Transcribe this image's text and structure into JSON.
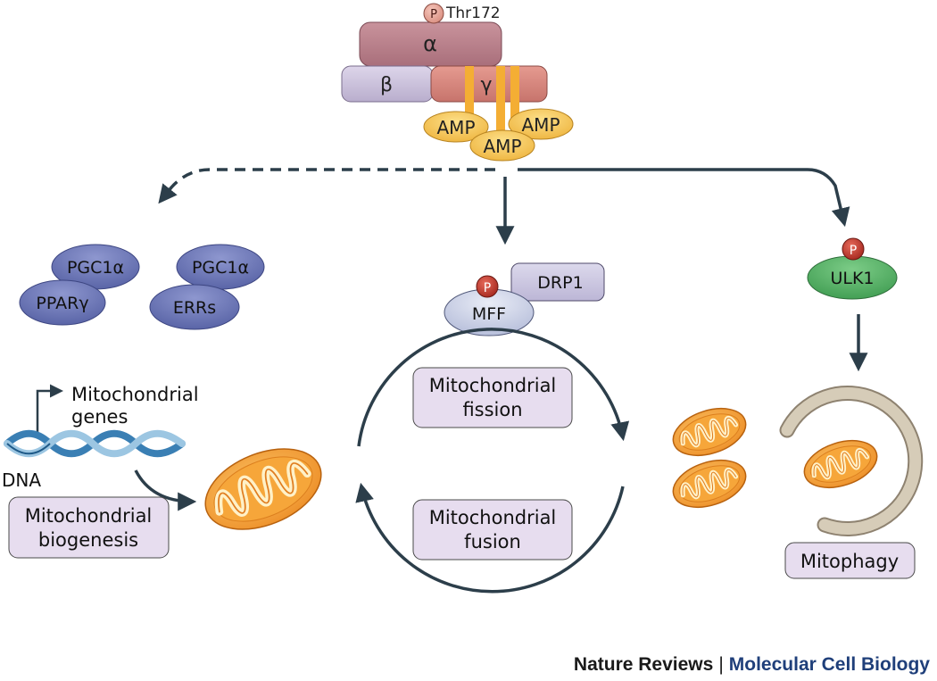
{
  "ampk": {
    "phospho_label": "P",
    "site_label": "Thr172",
    "alpha_label": "α",
    "beta_label": "β",
    "gamma_label": "γ",
    "amp_labels": [
      "AMP",
      "AMP",
      "AMP"
    ]
  },
  "biogenesis": {
    "pgc1a_ppar_top": "PGC1α",
    "ppar_label": "PPARγ",
    "pgc1a_err_top": "PGC1α",
    "err_label": "ERRs",
    "genes_label_line1": "Mitochondrial",
    "genes_label_line2": "genes",
    "dna_label": "DNA",
    "process_line1": "Mitochondrial",
    "process_line2": "biogenesis"
  },
  "dynamics": {
    "phospho_label": "P",
    "drp1_label": "DRP1",
    "mff_label": "MFF",
    "fission_line1": "Mitochondrial",
    "fission_line2": "fission",
    "fusion_line1": "Mitochondrial",
    "fusion_line2": "fusion"
  },
  "mitophagy": {
    "phospho_label": "P",
    "ulk1_label": "ULK1",
    "process_label": "Mitophagy"
  },
  "colors": {
    "alpha": "#b87f8a",
    "beta": "#cdc3dd",
    "gamma": "#d9857c",
    "amp": "#f6c95a",
    "transcription_factor": "#6f79b8",
    "ulk1": "#5ab46a",
    "mito": "#f4a23c",
    "process_box": "#e7ddef",
    "arrow": "#2c3e4a"
  },
  "footer": {
    "publisher": "Nature Reviews",
    "separator": "|",
    "journal": "Molecular Cell Biology"
  }
}
